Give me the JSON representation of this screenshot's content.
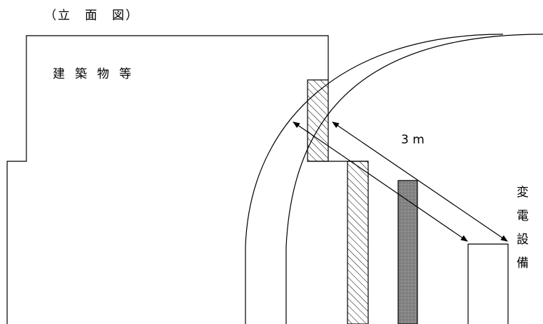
{
  "title": "（立　面　図）",
  "labels": {
    "building": "建築物等",
    "distance": "3 m",
    "equipment": "変電設備"
  }
}
